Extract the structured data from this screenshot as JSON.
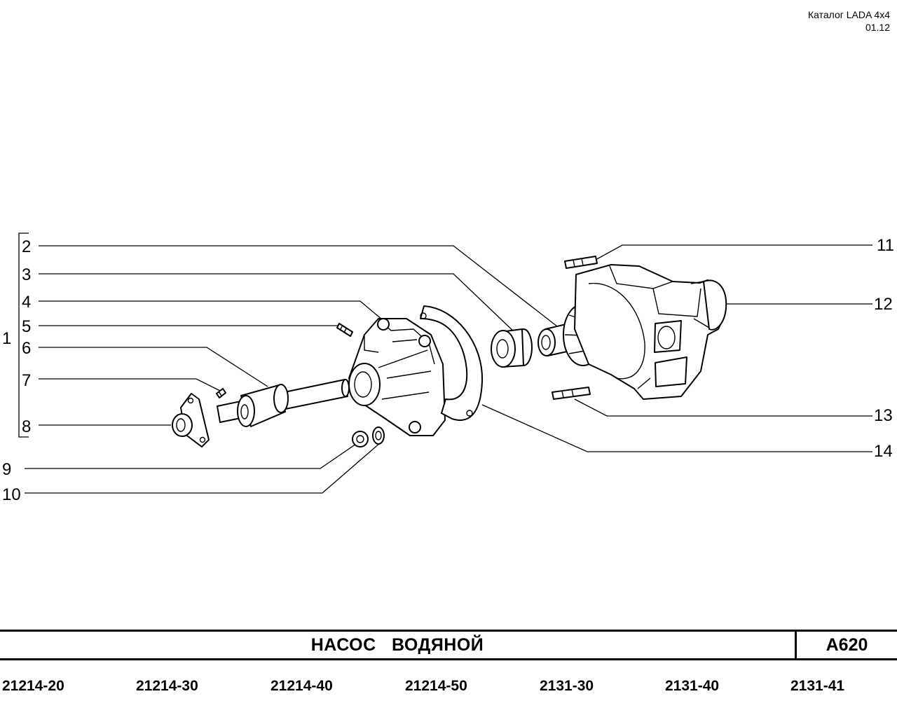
{
  "catalog": {
    "name": "Каталог  LADA  4x4",
    "date": "01.12"
  },
  "callouts": {
    "group": "1",
    "items": [
      "2",
      "3",
      "4",
      "5",
      "6",
      "7",
      "8",
      "9",
      "10",
      "11",
      "12",
      "13",
      "14"
    ]
  },
  "title_block": {
    "title": "НАСОС   ВОДЯНОЙ",
    "code": "A620"
  },
  "models": [
    "21214-20",
    "21214-30",
    "21214-40",
    "21214-50",
    "2131-30",
    "2131-40",
    "2131-41"
  ]
}
